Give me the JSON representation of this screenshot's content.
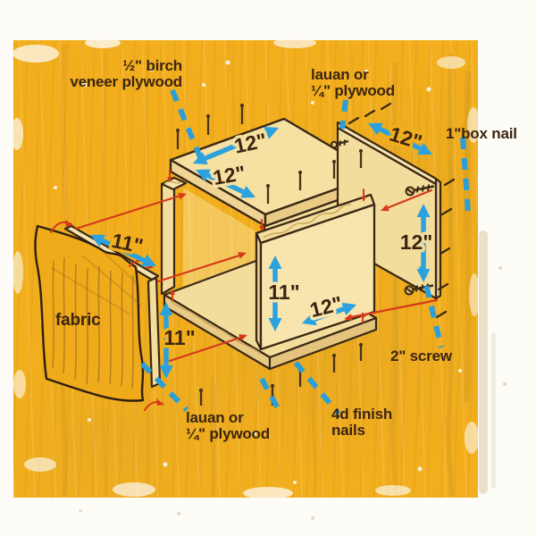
{
  "title": "storage cube assembly diagram",
  "labels": {
    "birch": {
      "line1": "½\" birch",
      "line2": "veneer plywood"
    },
    "lauan_top": {
      "line1": "lauan or",
      "line2": "¼\" plywood"
    },
    "box_nail": "1\"box nail",
    "fabric": "fabric",
    "lauan_bottom": {
      "line1": "lauan or",
      "line2": "¼\" plywood"
    },
    "finish_nails": {
      "line1": "4d finish",
      "line2": "nails"
    },
    "screw": "2\" screw"
  },
  "dimensions": {
    "top_depth": "12\"",
    "top_width": "12\"",
    "back_width": "12\"",
    "back_height": "12\"",
    "side_depth": "11\"",
    "side_height": "11\"",
    "front_height": "11\"",
    "front_width": "12\""
  },
  "colors": {
    "background_yellow": "#F2AE1C",
    "paper_white": "#FDFCF7",
    "wood_light": "#F7E5AD",
    "wood_mid": "#F3DD9C",
    "wood_edge": "#E9CB85",
    "outline_brown": "#3A2815",
    "dimension_blue": "#2BA2DE",
    "leader_blue": "#2B9FD8",
    "assembly_red": "#D63A1A",
    "text_brown": "#3B2412",
    "nail_brown": "#4A3318"
  }
}
